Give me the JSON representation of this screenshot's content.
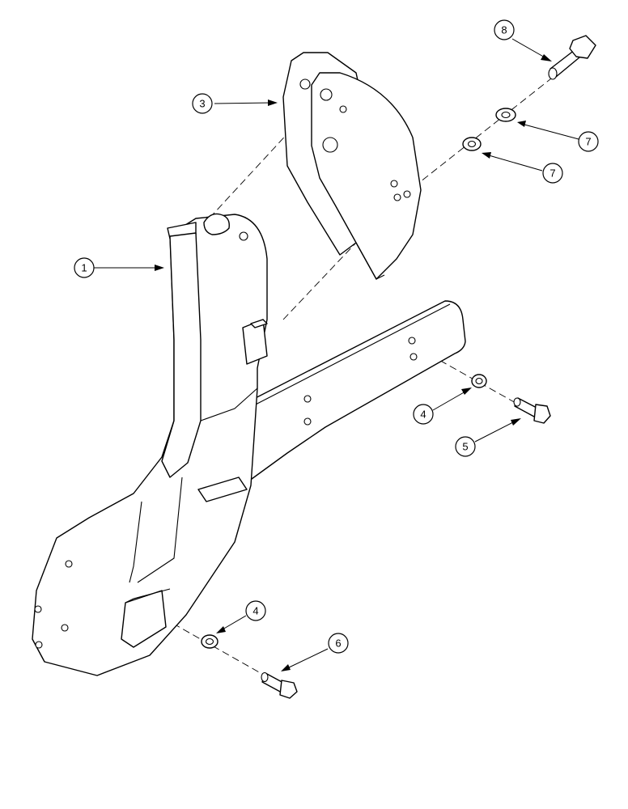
{
  "callouts": [
    {
      "id": "callout-1",
      "text": "1"
    },
    {
      "id": "callout-3",
      "text": "3"
    },
    {
      "id": "callout-4a",
      "text": "4"
    },
    {
      "id": "callout-4b",
      "text": "4"
    },
    {
      "id": "callout-5",
      "text": "5"
    },
    {
      "id": "callout-6",
      "text": "6"
    },
    {
      "id": "callout-7a",
      "text": "7"
    },
    {
      "id": "callout-7b",
      "text": "7"
    },
    {
      "id": "callout-8",
      "text": "8"
    }
  ]
}
